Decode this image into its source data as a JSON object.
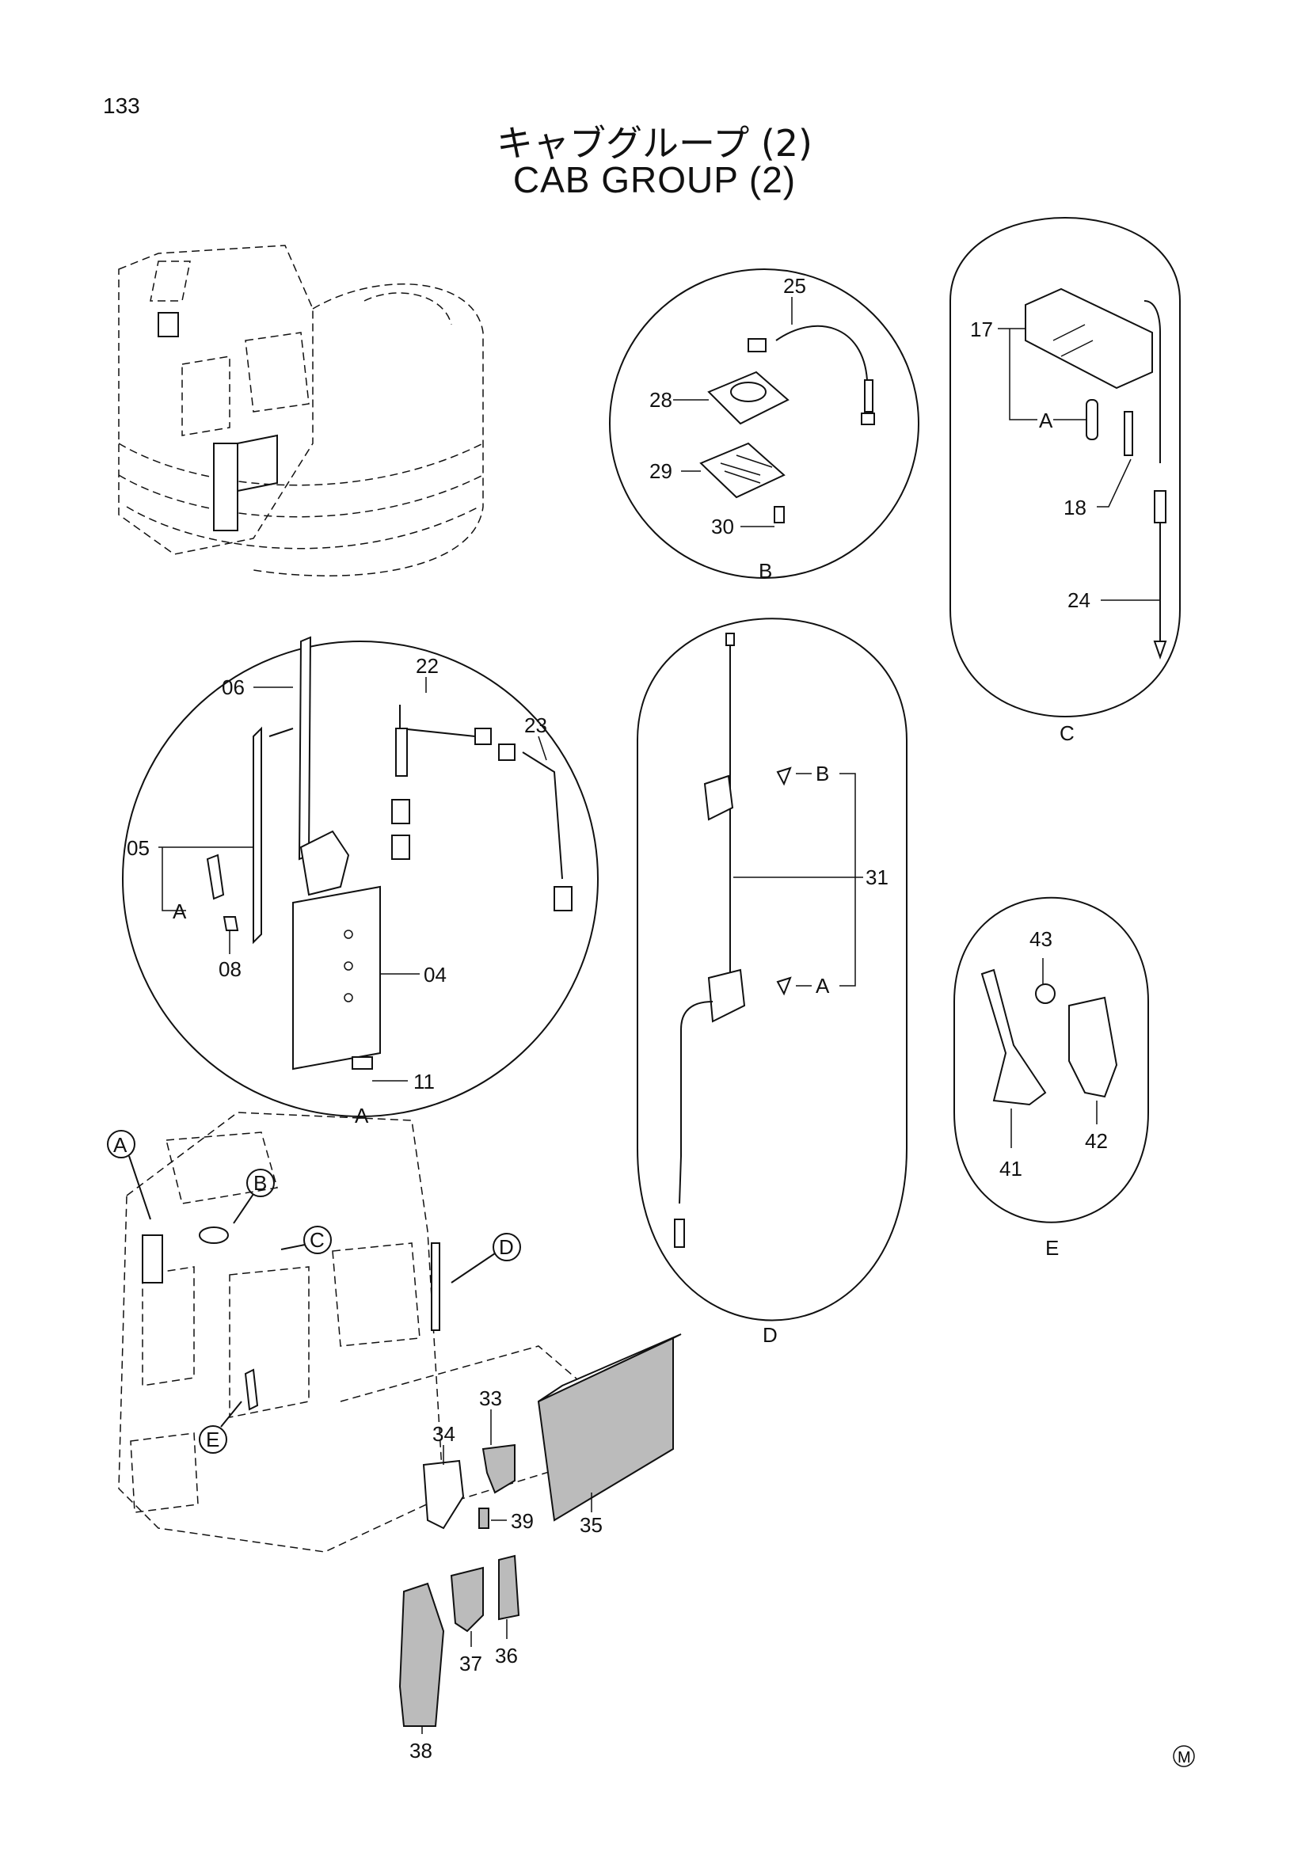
{
  "page_number": "133",
  "title_jp": "キャブグループ (2)",
  "title_en": "CAB  GROUP (2)",
  "mark": "M",
  "detail_labels": {
    "A": "A",
    "B": "B",
    "C": "C",
    "D": "D",
    "E": "E"
  },
  "sub_refs": {
    "c_a": "A",
    "a_a": "A",
    "d_b": "B",
    "d_a": "A"
  },
  "callouts": {
    "p04": "04",
    "p05": "05",
    "p06": "06",
    "p08": "08",
    "p11": "11",
    "p17": "17",
    "p18": "18",
    "p22": "22",
    "p23": "23",
    "p24": "24",
    "p25": "25",
    "p28": "28",
    "p29": "29",
    "p30": "30",
    "p31": "31",
    "p33": "33",
    "p34": "34",
    "p35": "35",
    "p36": "36",
    "p37": "37",
    "p38": "38",
    "p39": "39",
    "p41": "41",
    "p42": "42",
    "p43": "43"
  }
}
